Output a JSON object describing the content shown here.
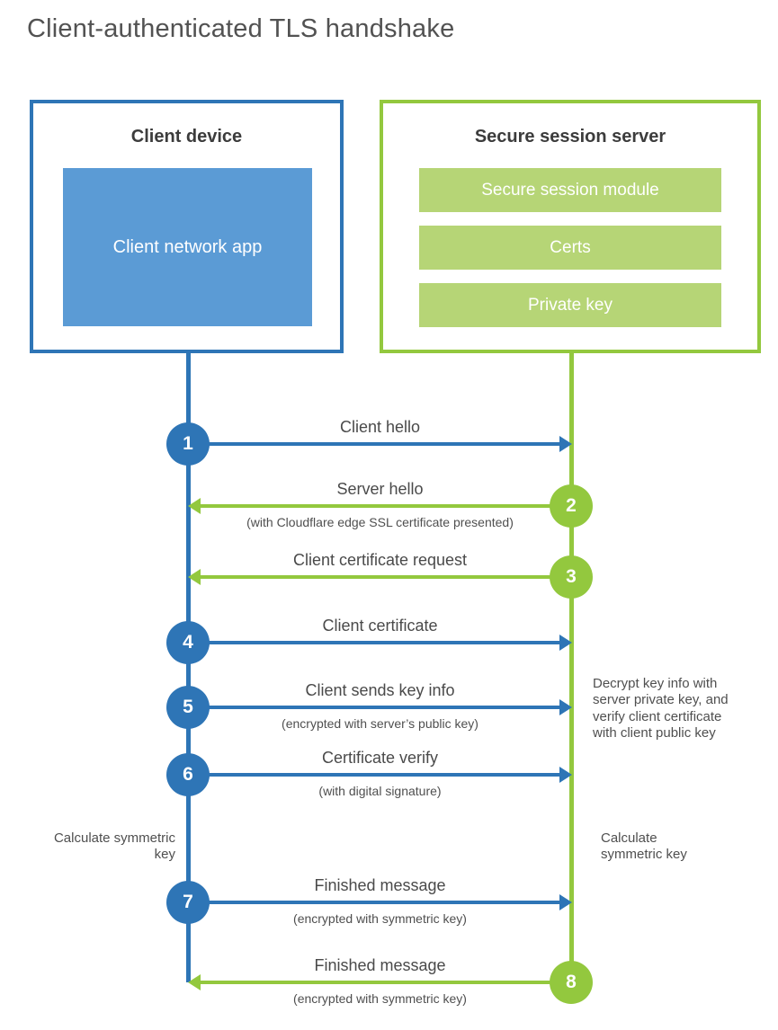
{
  "title": "Client-authenticated TLS handshake",
  "colors": {
    "client_accent": "#2e75b6",
    "client_fill": "#5b9bd5",
    "server_accent": "#93c83e",
    "server_fill": "#b6d576",
    "text_dark": "#3c3c3c",
    "text_body": "#4a4a4a"
  },
  "client": {
    "title": "Client device",
    "box_label": "Client network app"
  },
  "server": {
    "title": "Secure session server",
    "modules": [
      "Secure session module",
      "Certs",
      "Private key"
    ]
  },
  "steps": [
    {
      "num": "1",
      "label": "Client hello",
      "sub": "",
      "from": "client"
    },
    {
      "num": "2",
      "label": "Server hello",
      "sub": "(with Cloudflare edge SSL certificate presented)",
      "from": "server"
    },
    {
      "num": "3",
      "label": "Client certificate request",
      "sub": "",
      "from": "server"
    },
    {
      "num": "4",
      "label": "Client certificate",
      "sub": "",
      "from": "client"
    },
    {
      "num": "5",
      "label": "Client sends key info",
      "sub": "(encrypted with server’s public key)",
      "from": "client"
    },
    {
      "num": "6",
      "label": "Certificate verify",
      "sub": "(with digital signature)",
      "from": "client"
    },
    {
      "num": "7",
      "label": "Finished message",
      "sub": "(encrypted with symmetric key)",
      "from": "client"
    },
    {
      "num": "8",
      "label": "Finished message",
      "sub": "(encrypted with symmetric key)",
      "from": "server"
    }
  ],
  "notes": {
    "decrypt": "Decrypt key info with server private key, and verify client certificate with client public key",
    "calc_left": "Calculate symmetric key",
    "calc_right": "Calculate symmetric key"
  }
}
